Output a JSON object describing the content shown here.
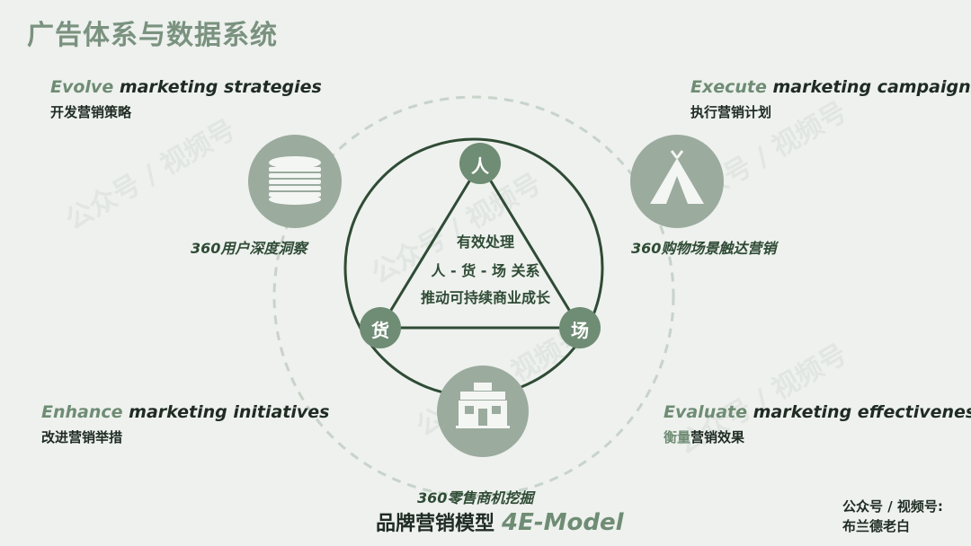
{
  "title": "广告体系与数据系统",
  "quadrants": {
    "top_left": {
      "en_highlight": "Evolve",
      "en_rest": " marketing strategies",
      "zh_highlight": "开发",
      "zh_rest": "营销策略"
    },
    "top_right": {
      "en_highlight": "Execute",
      "en_rest": " marketing campaigns",
      "zh_highlight": "执行",
      "zh_rest": "营销计划"
    },
    "bottom_left": {
      "en_highlight": "Enhance",
      "en_rest": " marketing initiatives",
      "zh_highlight": "改进",
      "zh_rest": "营销举措"
    },
    "bottom_right": {
      "en_highlight": "Evaluate",
      "en_rest": " marketing effectiveness",
      "zh_highlight": "衡量",
      "zh_rest": "营销效果"
    }
  },
  "nodes": {
    "insight": {
      "label": "360用户深度洞察",
      "icon": "database-icon"
    },
    "reach": {
      "label": "360购物场景触达营销",
      "icon": "tent-icon"
    },
    "retail": {
      "label": "360零售商机挖掘",
      "icon": "store-icon"
    }
  },
  "triangle": {
    "top": "人",
    "left": "货",
    "right": "场",
    "center_line1": "有效处理",
    "center_line2": "人 - 货 - 场  关系",
    "center_line3": "推动可持续商业成长"
  },
  "footer": {
    "cn": "品牌营销模型",
    "em": "4E-Model"
  },
  "brand": {
    "line1": "公众号 / 视频号:",
    "line2": "布兰德老白"
  },
  "colors": {
    "accent": "#6f8c74",
    "dark_green": "#2f4b35",
    "node_fill": "#9bab9e",
    "background": "#eef1ee"
  }
}
